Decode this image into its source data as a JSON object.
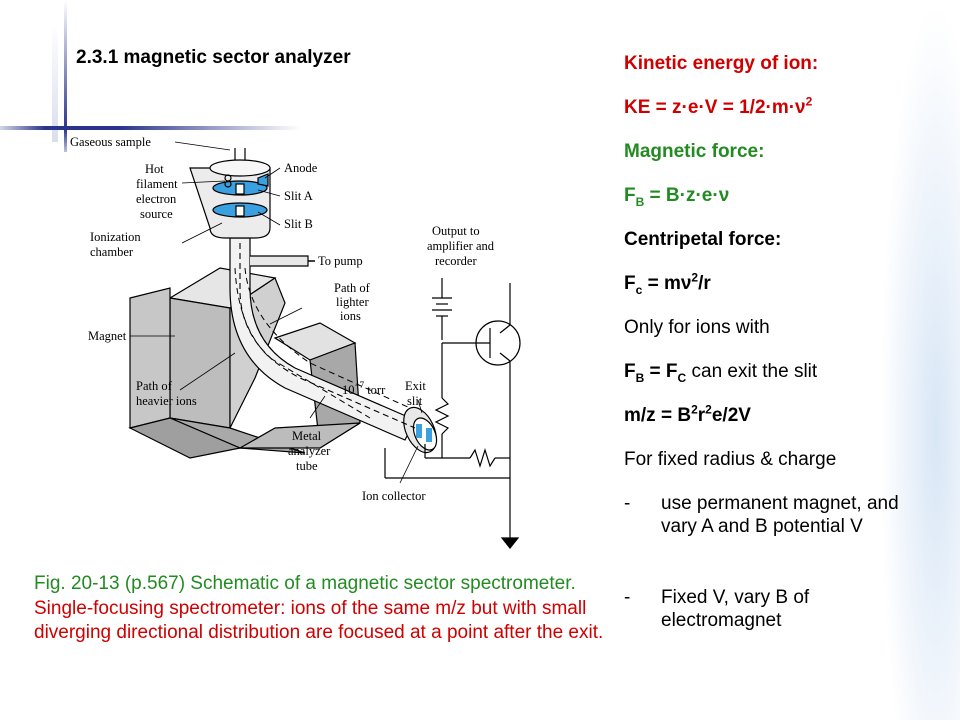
{
  "slide": {
    "title": "2.3.1 magnetic sector analyzer",
    "colors": {
      "red": "#d00000",
      "green": "#228b22",
      "accent": "#2b348c",
      "slit": "#3aa0e0"
    }
  },
  "equations": {
    "ke_label": "Kinetic energy of ion:",
    "ke_eq": "KE = z·e·V = 1/2·m·ν",
    "ke_sup": "2",
    "mag_label": "Magnetic force:",
    "mag_F": "F",
    "mag_sub": "B",
    "mag_eq": " = B·z·e·ν",
    "cent_label": "Centripetal force:",
    "cent_F": "F",
    "cent_sub": "c",
    "cent_eq": " = mν",
    "cent_sup": "2",
    "cent_end": "/r",
    "only_line": "Only for ions with",
    "exit_F1": "F",
    "exit_sub1": "B",
    "exit_eq": " = F",
    "exit_sub2": "C",
    "exit_end": " can exit the slit",
    "mz_a": "m/z = B",
    "mz_sup1": "2",
    "mz_b": "r",
    "mz_sup2": "2",
    "mz_c": "e/2V",
    "fixed_line": "For fixed radius & charge",
    "bullets": [
      {
        "dash": "-",
        "text": "use permanent magnet, and vary A and B potential V"
      },
      {
        "dash": "-",
        "text": "Fixed V, vary B of electromagnet"
      }
    ]
  },
  "caption": {
    "part1": "Fig. 20-13 (p.567)  Schematic of a magnetic sector spectrometer.",
    "part2": "  Single-focusing spectrometer: ions of the same m/z but with small diverging directional distribution are focused at a point after the exit."
  },
  "diagram": {
    "labels": {
      "gaseous": "Gaseous sample",
      "hot1": "Hot",
      "hot2": "filament",
      "hot3": "electron",
      "hot4": "source",
      "anode": "Anode",
      "slitA": "Slit A",
      "slitB": "Slit B",
      "ion1": "Ionization",
      "ion2": "chamber",
      "pump": "To pump",
      "out1": "Output to",
      "out2": "amplifier and",
      "out3": "recorder",
      "light1": "Path of",
      "light2": "lighter",
      "light3": "ions",
      "magnet": "Magnet",
      "torr": "10",
      "torr_sup": "−7",
      "torr_unit": " torr",
      "exit1": "Exit",
      "exit2": "slit",
      "heavy1": "Path of",
      "heavy2": "heavier ions",
      "tube1": "Metal",
      "tube2": "analyzer",
      "tube3": "tube",
      "collector": "Ion collector"
    }
  }
}
